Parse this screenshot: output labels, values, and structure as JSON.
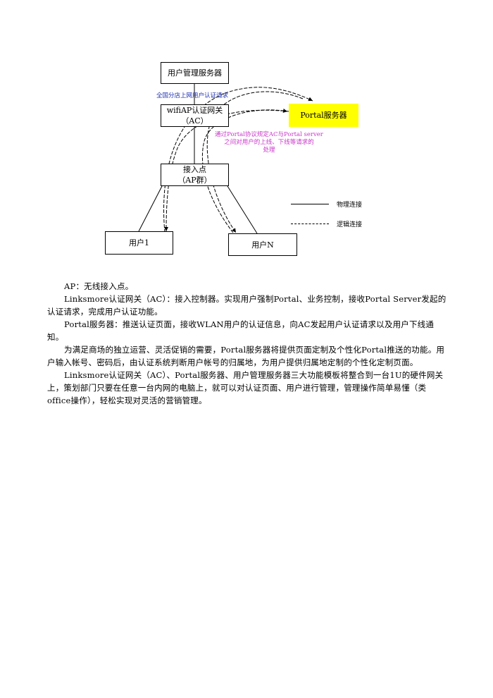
{
  "diagram": {
    "user_mgmt_server": "用户管理服务器",
    "request_label": "全国分店上网用户认证请求",
    "ac_box_line1": "wifiAP认证网关",
    "ac_box_line2": "（AC）",
    "portal_server": "Portal服务器",
    "portal_note_line1": "通过Portal协议规定AC与Portal server",
    "portal_note_line2": "之间对用户的上线、下线等请求的",
    "portal_note_line3": "处理",
    "ap_box_line1": "接入点",
    "ap_box_line2": "（AP群）",
    "user1": "用户1",
    "userN": "用户N",
    "legend_physical": "物理连接",
    "legend_logical": "逻辑连接",
    "colors": {
      "portal_fill": "#ffff00",
      "request_text": "#1c2fb0",
      "note_text": "#c837c8"
    }
  },
  "text": {
    "p1": "AP：无线接入点。",
    "p2": "Linksmore认证网关（AC）：接入控制器。实现用户强制Portal、业务控制，接收Portal Server发起的认证请求，完成用户认证功能。",
    "p3": "Portal服务器：推送认证页面，接收WLAN用户的认证信息，向AC发起用户认证请求以及用户下线通知。",
    "p4": "为满足商场的独立运营、灵活促销的需要，Portal服务器将提供页面定制及个性化Portal推送的功能。用户输入帐号、密码后，由认证系统判断用户帐号的归属地，为用户提供归属地定制的个性化定制页面。",
    "p5": "Linksmore认证网关（AC）、Portal服务器、用户管理服务器三大功能模板将整合到一台1U的硬件网关上，策划部门只要在任意一台内网的电脑上，就可以对认证页面、用户进行管理，管理操作简单易懂（类office操作），轻松实现对灵活的营销管理。"
  }
}
